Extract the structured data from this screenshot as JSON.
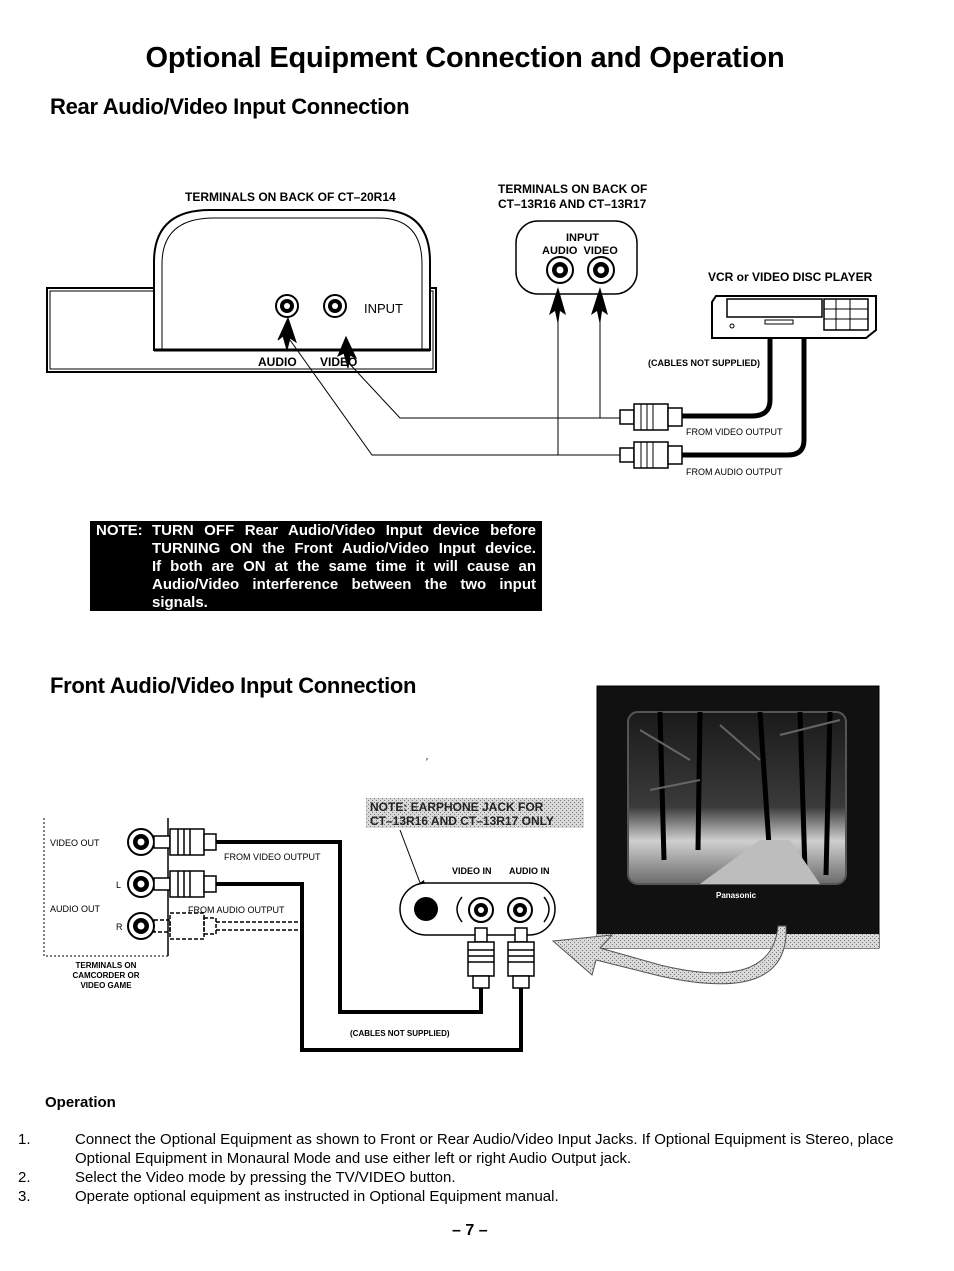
{
  "page_title": "Optional Equipment Connection and Operation",
  "rear_section": {
    "heading": "Rear Audio/Video Input Connection",
    "terminals_back_ct20r14": "TERMINALS ON BACK OF CT–20R14",
    "terminals_back_ct13_line1": "TERMINALS ON BACK OF",
    "terminals_back_ct13_line2": "CT–13R16 AND CT–13R17",
    "input_label": "INPUT",
    "audio_label": "AUDIO",
    "video_label": "VIDEO",
    "input_box_label": "INPUT",
    "input_box_jacks": "AUDIO  VIDEO",
    "vcr_label": "VCR or VIDEO DISC PLAYER",
    "cables_not_supplied": "(CABLES NOT SUPPLIED)",
    "from_video_output": "FROM VIDEO OUTPUT",
    "from_audio_output": "FROM AUDIO OUTPUT"
  },
  "note": {
    "label": "NOTE:",
    "lines": [
      "TURN OFF Rear Audio/Video Input device before",
      "TURNING ON the Front Audio/Video Input device.",
      "If both are ON at the same time it will cause an",
      "Audio/Video interference between the two input",
      "signals."
    ]
  },
  "front_section": {
    "heading": "Front Audio/Video Input Connection",
    "earphone_note_line1": "NOTE: EARPHONE JACK FOR",
    "earphone_note_line2": "CT–13R16 AND CT–13R17 ONLY",
    "video_out": "VIDEO OUT",
    "audio_out": "AUDIO OUT",
    "l_label": "L",
    "r_label": "R",
    "from_video_output": "FROM VIDEO OUTPUT",
    "from_audio_output": "FROM AUDIO OUTPUT",
    "terminals_camcorder_line1": "TERMINALS ON",
    "terminals_camcorder_line2": "CAMCORDER OR",
    "terminals_camcorder_line3": "VIDEO GAME",
    "video_in": "VIDEO IN",
    "audio_in": "AUDIO IN",
    "cables_not_supplied": "(CABLES NOT SUPPLIED)",
    "tv_brand": "Panasonic"
  },
  "operation": {
    "heading": "Operation",
    "steps": [
      {
        "num": "1.",
        "text": "Connect the Optional Equipment as shown to Front or Rear Audio/Video Input Jacks. If Optional Equipment is Stereo, place Optional Equipment in Monaural Mode and use either left or right Audio Output jack."
      },
      {
        "num": "2.",
        "text": "Select the Video mode by pressing the TV/VIDEO button."
      },
      {
        "num": "3.",
        "text": "Operate optional equipment as instructed in Optional Equipment manual."
      }
    ]
  },
  "page_number": "– 7 –"
}
